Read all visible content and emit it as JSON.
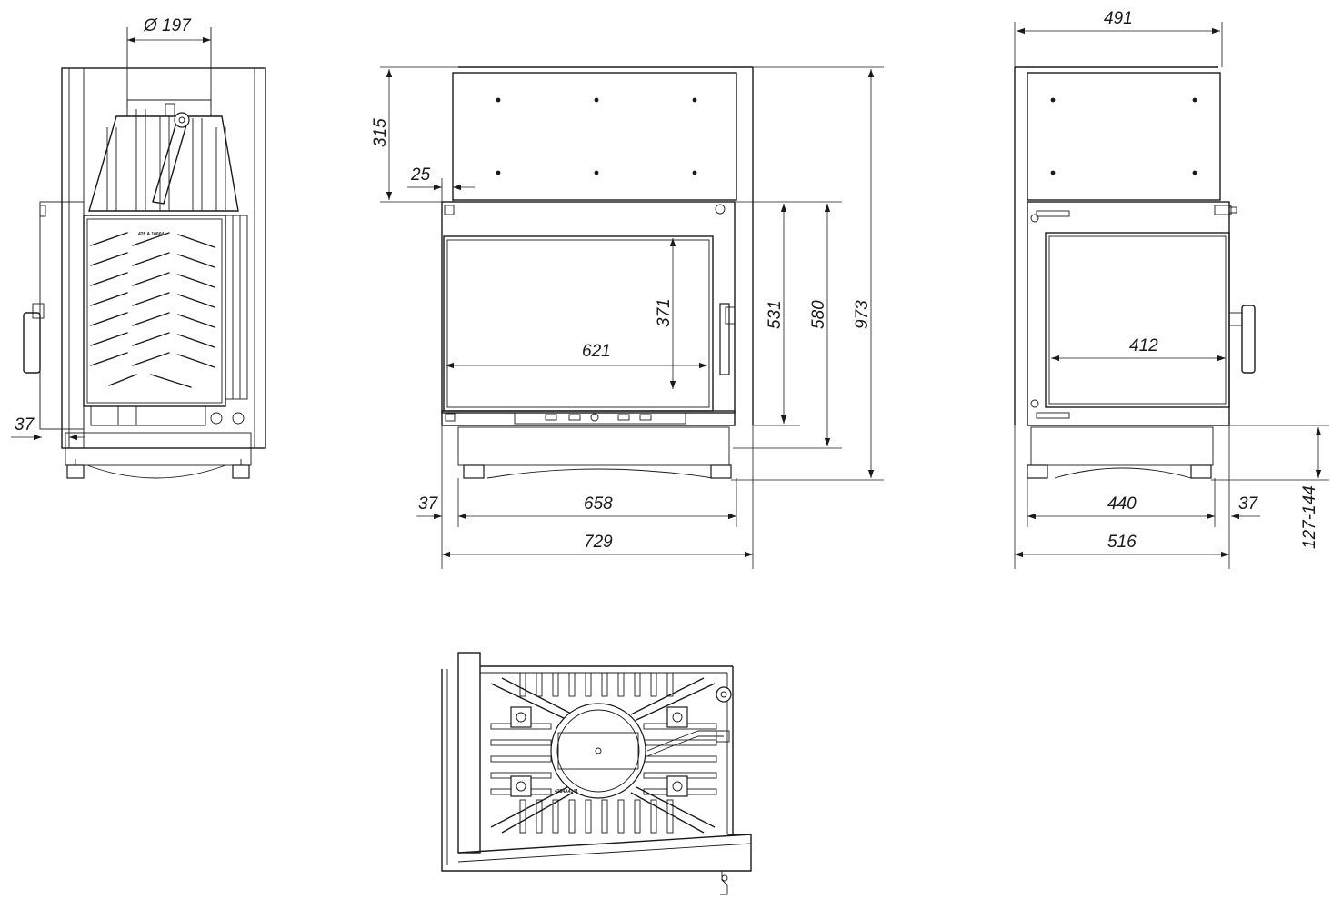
{
  "dimensions": {
    "flue_diameter": "Ø 197",
    "side_wall_left": "37",
    "top_section_height": "315",
    "frame_offset": "25",
    "glass_height": "371",
    "glass_width": "621",
    "door_height": "531",
    "opening_height": "580",
    "total_height": "973",
    "side_margin_front": "37",
    "inner_width_front": "658",
    "total_width_front": "729",
    "top_depth_side": "491",
    "glass_width_side": "412",
    "inner_depth_side": "440",
    "side_margin_right": "37",
    "total_depth_side": "516",
    "leg_adjust_range": "127-144"
  },
  "labels": {
    "grate_marking": "428 A 10004",
    "base_marking": "4284A4141"
  }
}
